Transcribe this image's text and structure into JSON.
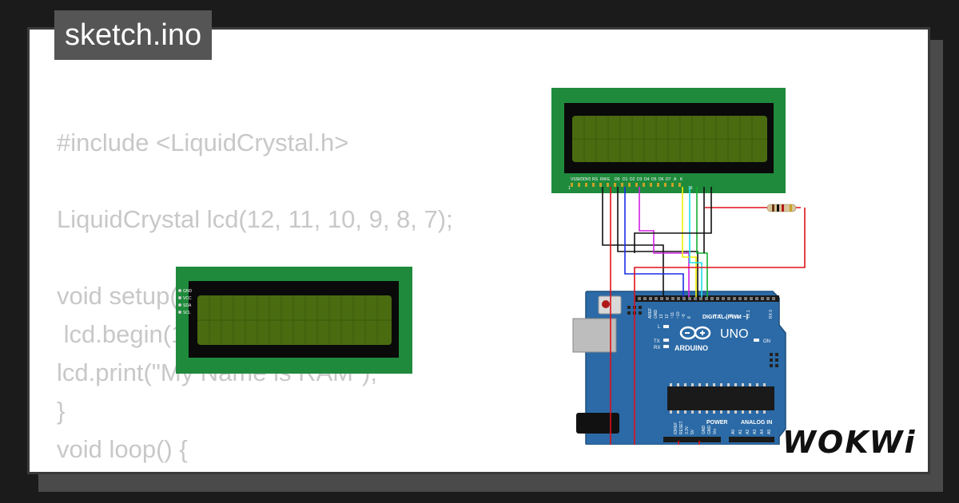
{
  "title": "sketch.ino",
  "code_lines": [
    "#include <LiquidCrystal.h>",
    "",
    "LiquidCrystal lcd(12, 11, 10, 9, 8, 7);",
    "",
    "void setup() {",
    " lcd.begin(16, 2);",
    "lcd.print(\"My Name is RAM\");",
    "}",
    "void loop() {"
  ],
  "i2c_lcd": {
    "pins": [
      "GND",
      "VCC",
      "SDA",
      "SCL"
    ]
  },
  "lcd1602": {
    "pin_labels": [
      "VSS",
      "VDD",
      "V0",
      "RS",
      "RW",
      "E",
      "D0",
      "D1",
      "D2",
      "D3",
      "D4",
      "D5",
      "D6",
      "D7",
      "A",
      "K"
    ],
    "pin_numbers": [
      "1",
      "16"
    ]
  },
  "arduino": {
    "brand": "ARDUINO",
    "model": "UNO",
    "digital_header": "DIGITAL (PWM ~)",
    "power_header": "POWER",
    "analog_header": "ANALOG IN",
    "indicator_labels": [
      "L",
      "TX",
      "RX",
      "ON"
    ],
    "digital_pins": [
      "AREF",
      "GND",
      "13",
      "12",
      "~11",
      "~10",
      "~9",
      "8",
      "7",
      "~6",
      "~5",
      "4",
      "~3",
      "2",
      "TX 1",
      "RX 0"
    ],
    "power_pins": [
      "IOREF",
      "RESET",
      "3.3V",
      "5V",
      "GND",
      "GND",
      "Vin"
    ],
    "analog_pins": [
      "A0",
      "A1",
      "A2",
      "A3",
      "A4",
      "A5"
    ]
  },
  "logo": "WOKWi",
  "colors": {
    "background": "#1b1b1b",
    "card": "#ffffff",
    "title_tag": "#555555",
    "code_text": "#c8c8c8",
    "pcb_green": "#1f8a3c",
    "lcd_screen": "#4a6b10",
    "arduino_blue": "#2b6aa6",
    "wire_red": "#e0101a",
    "wire_black": "#111111",
    "wire_blue": "#1a2ee8",
    "wire_magenta": "#d020e0",
    "wire_yellow": "#f0f000",
    "wire_cyan": "#20e0e8",
    "wire_green": "#10b030"
  }
}
